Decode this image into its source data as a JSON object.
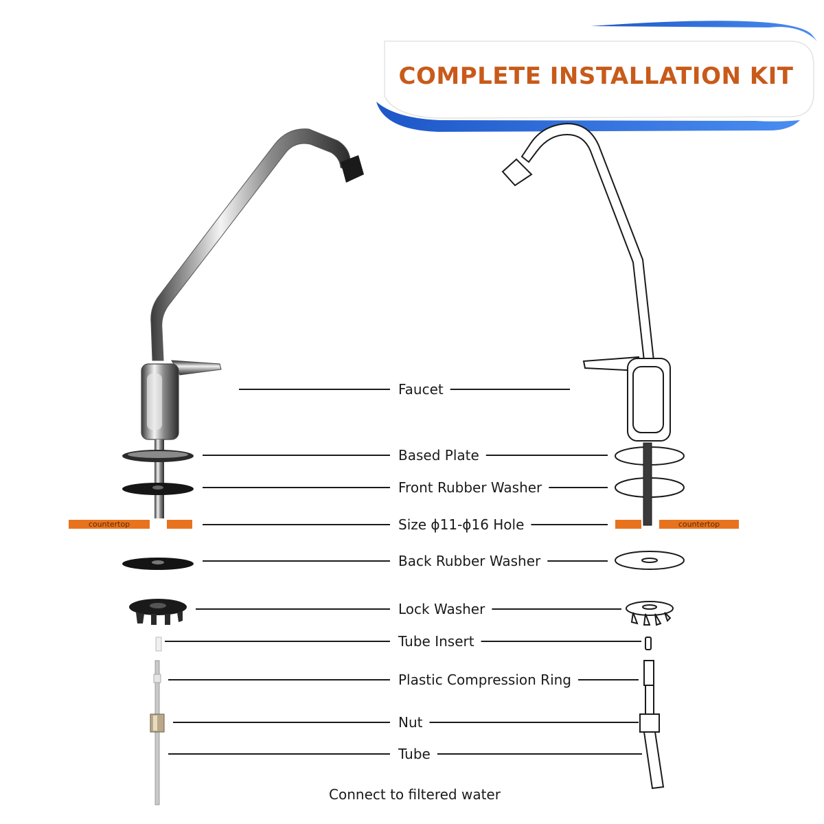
{
  "title": "COMPLETE INSTALLATION KIT",
  "countertop_label": "countertop",
  "parts": [
    {
      "id": "faucet",
      "label": "Faucet"
    },
    {
      "id": "base-plate",
      "label": "Based Plate"
    },
    {
      "id": "front-rubber-washer",
      "label": "Front Rubber Washer"
    },
    {
      "id": "hole-size",
      "label": "Size ɸ11-ɸ16 Hole"
    },
    {
      "id": "back-rubber-washer",
      "label": "Back Rubber Washer"
    },
    {
      "id": "lock-washer",
      "label": "Lock Washer"
    },
    {
      "id": "tube-insert",
      "label": "Tube Insert"
    },
    {
      "id": "plastic-compression-ring",
      "label": "Plastic Compression Ring"
    },
    {
      "id": "nut",
      "label": "Nut"
    },
    {
      "id": "tube",
      "label": "Tube"
    }
  ],
  "footer": "Connect to filtered water",
  "colors": {
    "title": "#c85a1a",
    "banner_accent": "#2f6fd8",
    "countertop": "#e8731e",
    "line": "#1a1a1a"
  }
}
